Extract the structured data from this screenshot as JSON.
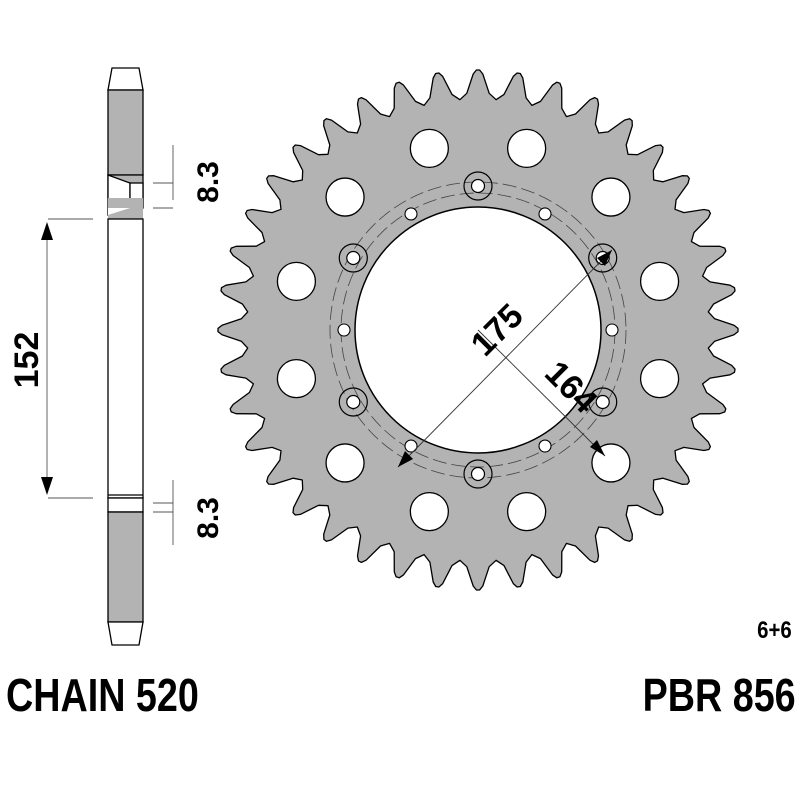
{
  "product": {
    "code": "PBR 856",
    "chain": "CHAIN 520",
    "bolt_pattern": "6+6"
  },
  "dimensions": {
    "outer_bolt_circle": "175",
    "center_bore": "164",
    "hub_height": "152",
    "offset_top": "8.3",
    "offset_bottom": "8.3"
  },
  "sprocket": {
    "teeth": 40,
    "lightening_holes": 12,
    "bolt_holes": 6,
    "small_holes": 6
  },
  "colors": {
    "fill": "#b3b3b3",
    "line": "#000000"
  }
}
